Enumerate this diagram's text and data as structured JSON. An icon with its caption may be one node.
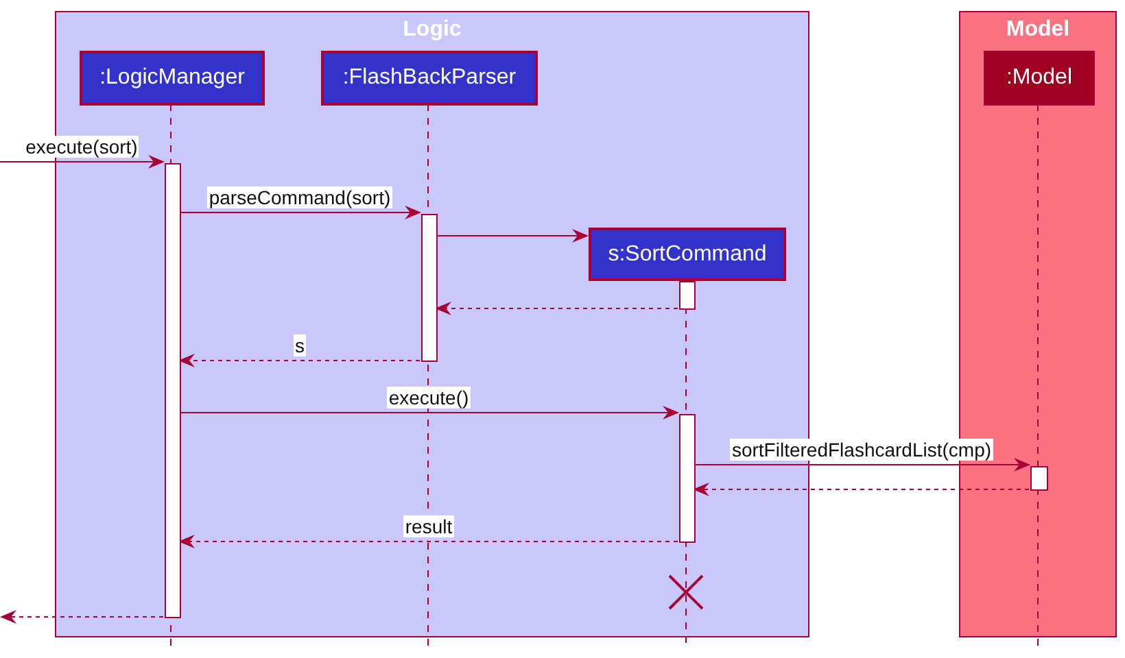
{
  "diagram": {
    "nodes": [
      {
        "text": [
          "Logic"
        ]
      },
      {
        "text": [
          "Model"
        ]
      },
      {
        "text": [
          ":LogicManager"
        ],
        "in": 0
      },
      {
        "text": [
          ":FlashBackParser"
        ],
        "in": 0
      },
      {
        "text": [
          "s:SortCommand"
        ],
        "in": 0
      },
      {
        "text": [
          ":Model"
        ],
        "in": 1
      },
      {
        "text": [],
        "shape": "bar",
        "in": 0
      },
      {
        "text": [],
        "shape": "bar",
        "in": 0
      },
      {
        "text": [],
        "shape": "bar",
        "in": 0
      },
      {
        "text": [],
        "shape": "bar",
        "in": 0
      },
      {
        "text": [],
        "shape": "bar",
        "in": 1
      }
    ],
    "edges": [
      {
        "from": null,
        "to": 6,
        "arrow": "to",
        "label": "execute(sort)"
      },
      {
        "from": 6,
        "to": 7,
        "arrow": "to",
        "label": "parseCommand(sort)"
      },
      {
        "from": 7,
        "to": 4,
        "arrow": "to"
      },
      {
        "from": 8,
        "to": 7,
        "arrow": "to",
        "style": "dashed"
      },
      {
        "from": 7,
        "to": 6,
        "arrow": "to",
        "label": "s",
        "style": "dashed"
      },
      {
        "from": 6,
        "to": 9,
        "arrow": "to",
        "label": "execute()"
      },
      {
        "from": 9,
        "to": 10,
        "arrow": "to",
        "label": "sortFilteredFlashcardList(cmp)"
      },
      {
        "from": 10,
        "to": 9,
        "arrow": "to",
        "style": "dashed"
      },
      {
        "from": 9,
        "to": 6,
        "arrow": "to",
        "label": "result",
        "style": "dashed"
      },
      {
        "from": 6,
        "to": null,
        "arrow": "to",
        "style": "dashed"
      }
    ]
  }
}
